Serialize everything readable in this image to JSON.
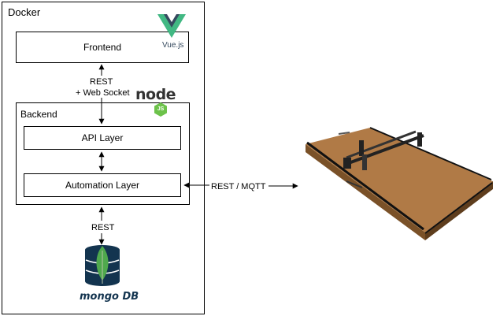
{
  "docker": {
    "label": "Docker"
  },
  "frontend": {
    "label": "Frontend",
    "logo_text": "Vue.js"
  },
  "link_frontend_backend": {
    "line1": "REST",
    "line2": "+ Web Socket"
  },
  "backend": {
    "label": "Backend",
    "logo_text": "node",
    "logo_badge": "JS"
  },
  "api_layer": {
    "label": "API Layer"
  },
  "automation_layer": {
    "label": "Automation Layer"
  },
  "link_backend_db": {
    "label": "REST"
  },
  "database": {
    "logo_text": "mongo DB"
  },
  "link_machine": {
    "label": "REST / MQTT"
  },
  "colors": {
    "vue_green": "#41b883",
    "vue_dark": "#35495e",
    "node_dark": "#333333",
    "node_green": "#6cc24a",
    "mongo_navy": "#13344f",
    "mongo_leaf": "#4fa94d",
    "board_wood": "#b07a46",
    "board_edge": "#7a5128"
  }
}
